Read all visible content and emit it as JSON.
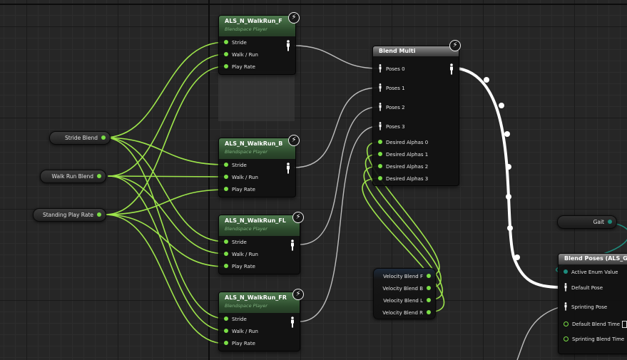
{
  "colors": {
    "float_wire": "#9ee64b",
    "pose_wire": "#d0d0d0",
    "enum_wire": "#1d8c7d",
    "bsp_header": "#3e6a3e"
  },
  "variables": [
    {
      "label": "Stride Blend"
    },
    {
      "label": "Walk Run Blend"
    },
    {
      "label": "Standing Play Rate"
    }
  ],
  "blendspaces": [
    {
      "title": "ALS_N_WalkRun_F",
      "subtitle": "Blendspace Player",
      "pins": [
        "Stride",
        "Walk / Run",
        "Play Rate"
      ],
      "icon": "lightning-icon"
    },
    {
      "title": "ALS_N_WalkRun_B",
      "subtitle": "Blendspace Player",
      "pins": [
        "Stride",
        "Walk / Run",
        "Play Rate"
      ],
      "icon": "lightning-icon"
    },
    {
      "title": "ALS_N_WalkRun_FL",
      "subtitle": "Blendspace Player",
      "pins": [
        "Stride",
        "Walk / Run",
        "Play Rate"
      ],
      "icon": "lightning-icon"
    },
    {
      "title": "ALS_N_WalkRun_FR",
      "subtitle": "Blendspace Player",
      "pins": [
        "Stride",
        "Walk / Run",
        "Play Rate"
      ],
      "icon": "lightning-icon"
    }
  ],
  "blend_multi": {
    "title": "Blend Multi",
    "poses": [
      "Poses 0",
      "Poses 1",
      "Poses 2",
      "Poses 3"
    ],
    "alphas": [
      "Desired Alphas 0",
      "Desired Alphas 1",
      "Desired Alphas 2",
      "Desired Alphas 3"
    ]
  },
  "velocity_blend": {
    "pins": [
      "Velocity Blend F",
      "Velocity Blend B",
      "Velocity Blend L",
      "Velocity Blend R"
    ]
  },
  "gait": {
    "label": "Gait"
  },
  "blend_poses": {
    "title": "Blend Poses (ALS_Ga",
    "pins": [
      "Active Enum Value",
      "Default Pose",
      "Sprinting Pose",
      "Default Blend Time",
      "Sprinting Blend Time"
    ]
  }
}
